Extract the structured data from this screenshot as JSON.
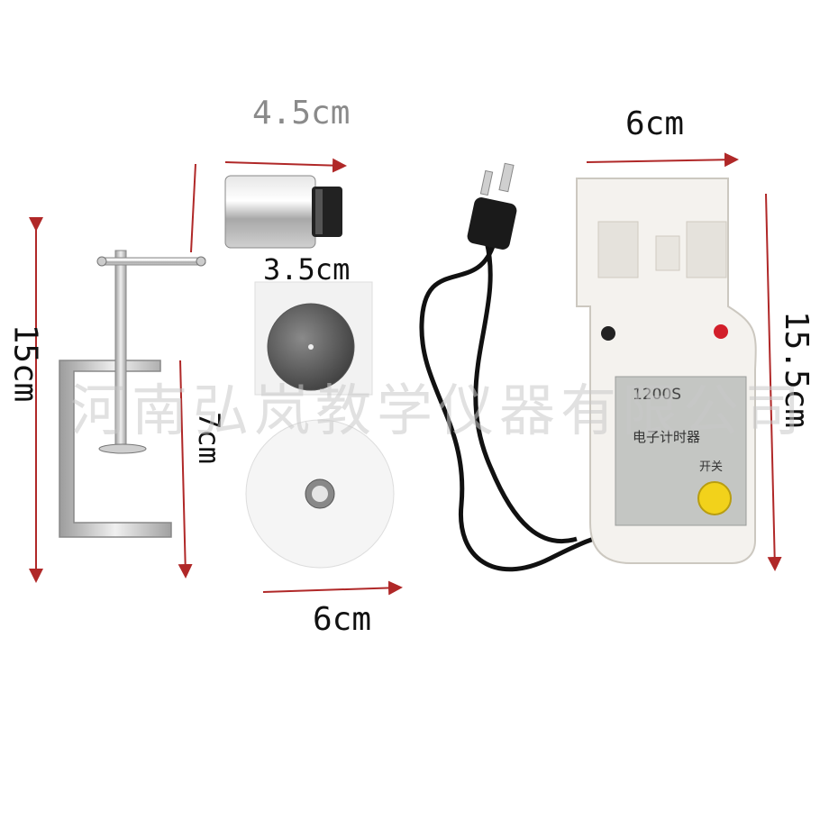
{
  "dimensions": {
    "clamp_height": "15cm",
    "clamp_depth": "7cm",
    "sleeve_width": "4.5cm",
    "magnet_width": "3.5cm",
    "disc_width": "6cm",
    "timer_width": "6cm",
    "timer_height": "15.5cm"
  },
  "timer": {
    "model_text": "1200S",
    "name_text": "电子计时器",
    "switch_label": "开关"
  },
  "watermark": "河南弘岚教学仪器有限公司",
  "colors": {
    "arrow": "#b02828",
    "switch_button": "#f2d21b",
    "timer_body": "#f4f2ee",
    "timer_panel": "#c4c6c3"
  }
}
